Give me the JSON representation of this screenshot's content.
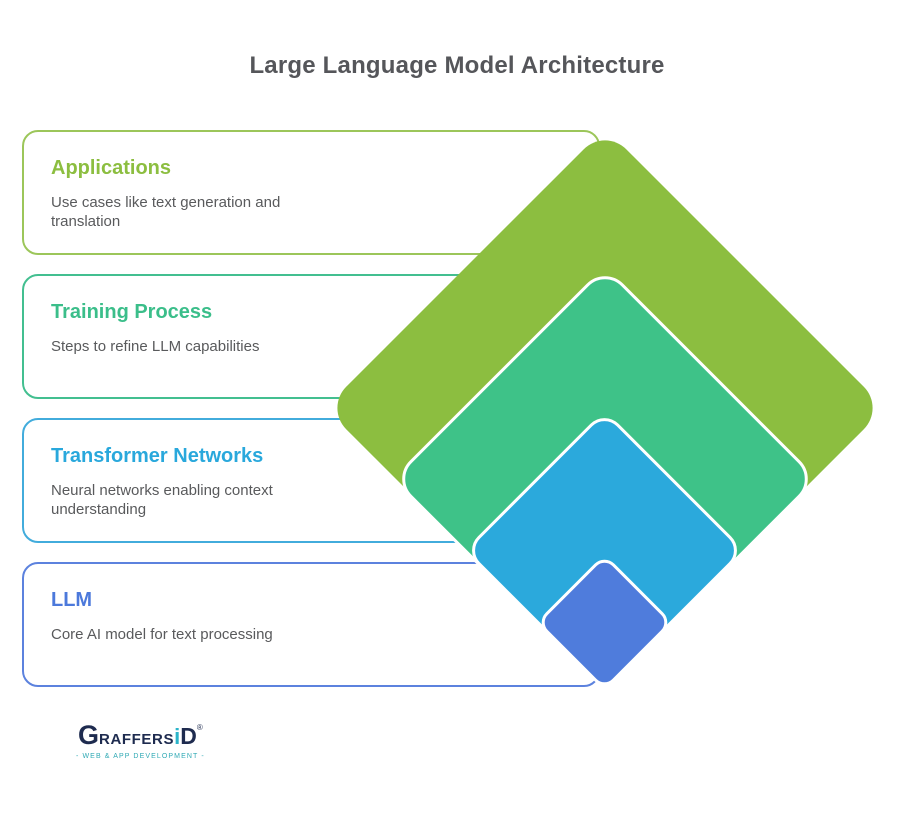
{
  "title": "Large Language Model Architecture",
  "cards": [
    {
      "id": "applications",
      "heading": "Applications",
      "body": [
        "Use cases like text generation and",
        "translation"
      ],
      "accent_color": "#8CBE40"
    },
    {
      "id": "training-process",
      "heading": "Training Process",
      "body": [
        "Steps to refine LLM capabilities"
      ],
      "accent_color": "#3BBE8A"
    },
    {
      "id": "transformer-networks",
      "heading": "Transformer Networks",
      "body": [
        "Neural networks enabling context",
        "understanding"
      ],
      "accent_color": "#29A8DC"
    },
    {
      "id": "llm",
      "heading": "LLM",
      "body": [
        "Core AI model for text processing"
      ],
      "accent_color": "#4C79DB"
    }
  ],
  "diamonds": [
    {
      "layer": "applications",
      "color": "#8CBE40"
    },
    {
      "layer": "training-process",
      "color": "#3EC288"
    },
    {
      "layer": "transformer-networks",
      "color": "#2BA9DC"
    },
    {
      "layer": "llm",
      "color": "#4F7CDC"
    }
  ],
  "logo": {
    "part_g": "G",
    "part_raffers": "RAFFERS",
    "part_i": "i",
    "part_d": "D",
    "registered_mark": "®",
    "tagline": "- WEB & APP DEVELOPMENT -"
  },
  "colors": {
    "title_text": "#55565A",
    "body_text": "#595A5C",
    "logo_navy": "#1E2B4F",
    "logo_teal": "#2BB4C9",
    "background": "#FFFFFF"
  }
}
